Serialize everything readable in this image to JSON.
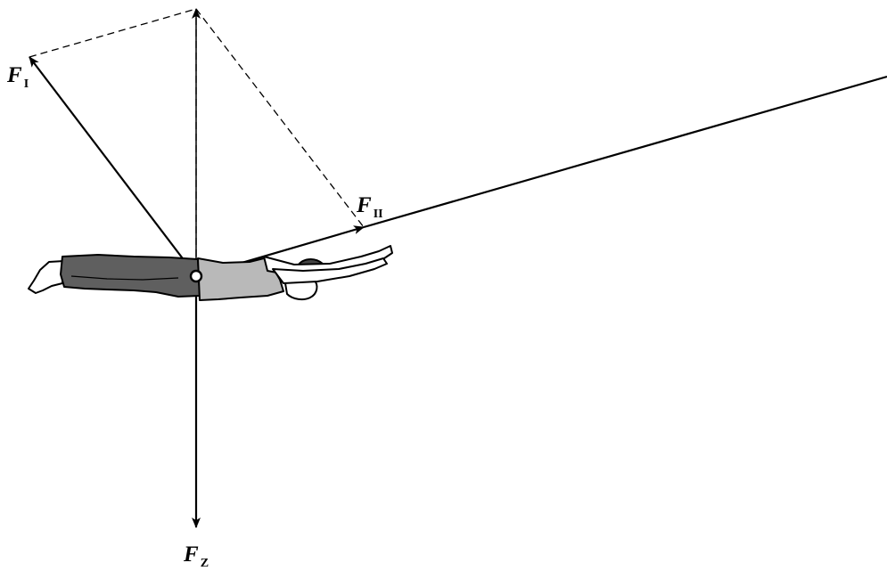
{
  "diagram": {
    "labels": {
      "f1": {
        "main": "F",
        "sub": "I"
      },
      "f2": {
        "main": "F",
        "sub": "II"
      },
      "fz": {
        "main": "F",
        "sub": "Z"
      }
    }
  },
  "colors": {
    "ink": "#000000",
    "pants": "#5f5f5f",
    "shirt": "#b9b9b9",
    "skin": "#ffffff"
  }
}
